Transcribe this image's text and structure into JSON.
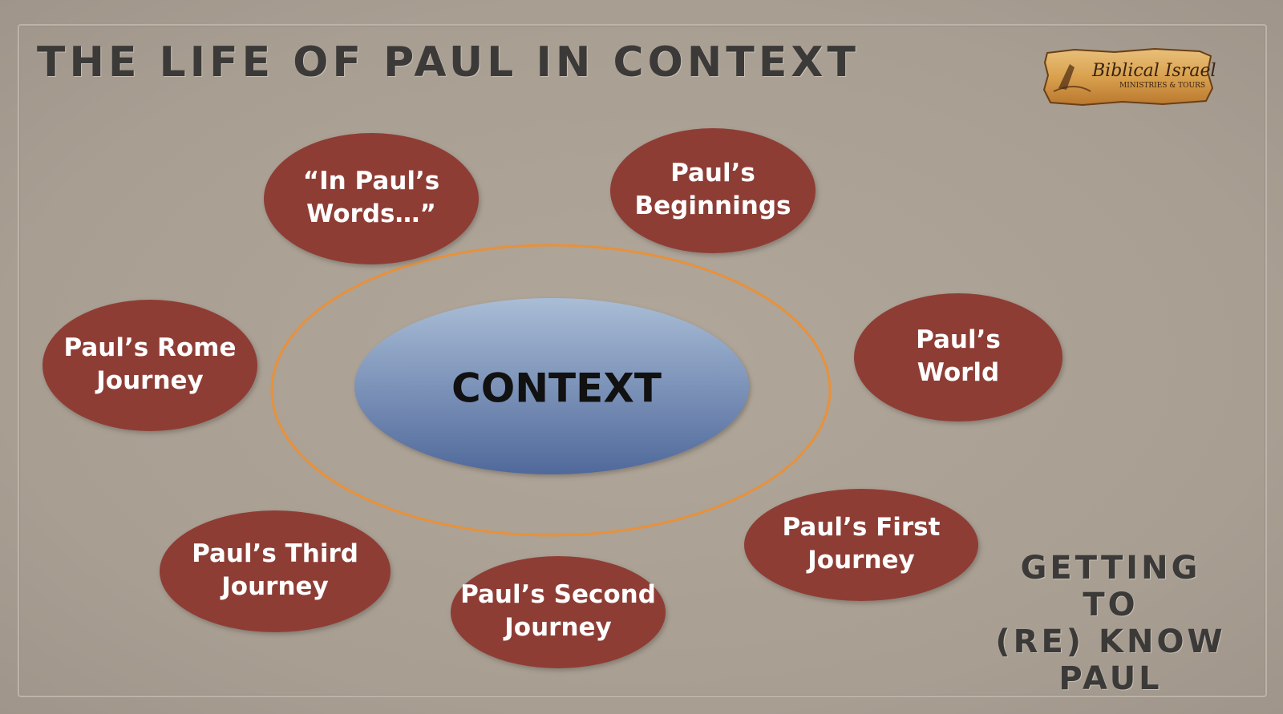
{
  "slide": {
    "title": "THE LIFE OF PAUL IN CONTEXT",
    "subtitle_lines": [
      "GETTING TO",
      "(RE) KNOW",
      "PAUL"
    ]
  },
  "logo": {
    "line1": "Biblical Israel",
    "line2": "MINISTRIES & TOURS"
  },
  "diagram": {
    "center": "CONTEXT",
    "nodes": [
      {
        "id": "in-pauls-words",
        "lines": [
          "“In Paul’s",
          "Words…”"
        ]
      },
      {
        "id": "pauls-beginnings",
        "lines": [
          "Paul’s",
          "Beginnings"
        ]
      },
      {
        "id": "pauls-world",
        "lines": [
          "Paul’s",
          "World"
        ]
      },
      {
        "id": "pauls-first-journey",
        "lines": [
          "Paul’s First",
          "Journey"
        ]
      },
      {
        "id": "pauls-second-journey",
        "lines": [
          "Paul’s Second",
          "Journey"
        ]
      },
      {
        "id": "pauls-third-journey",
        "lines": [
          "Paul’s Third",
          "Journey"
        ]
      },
      {
        "id": "pauls-rome-journey",
        "lines": [
          "Paul’s Rome",
          "Journey"
        ]
      }
    ]
  },
  "colors": {
    "background": "#a99f93",
    "node_fill": "#8e3d36",
    "node_text": "#ffffff",
    "ring_stroke": "#e8913a",
    "center_top": "#a9bdd6",
    "center_bottom": "#50699b",
    "title_text": "#3b3a38"
  }
}
